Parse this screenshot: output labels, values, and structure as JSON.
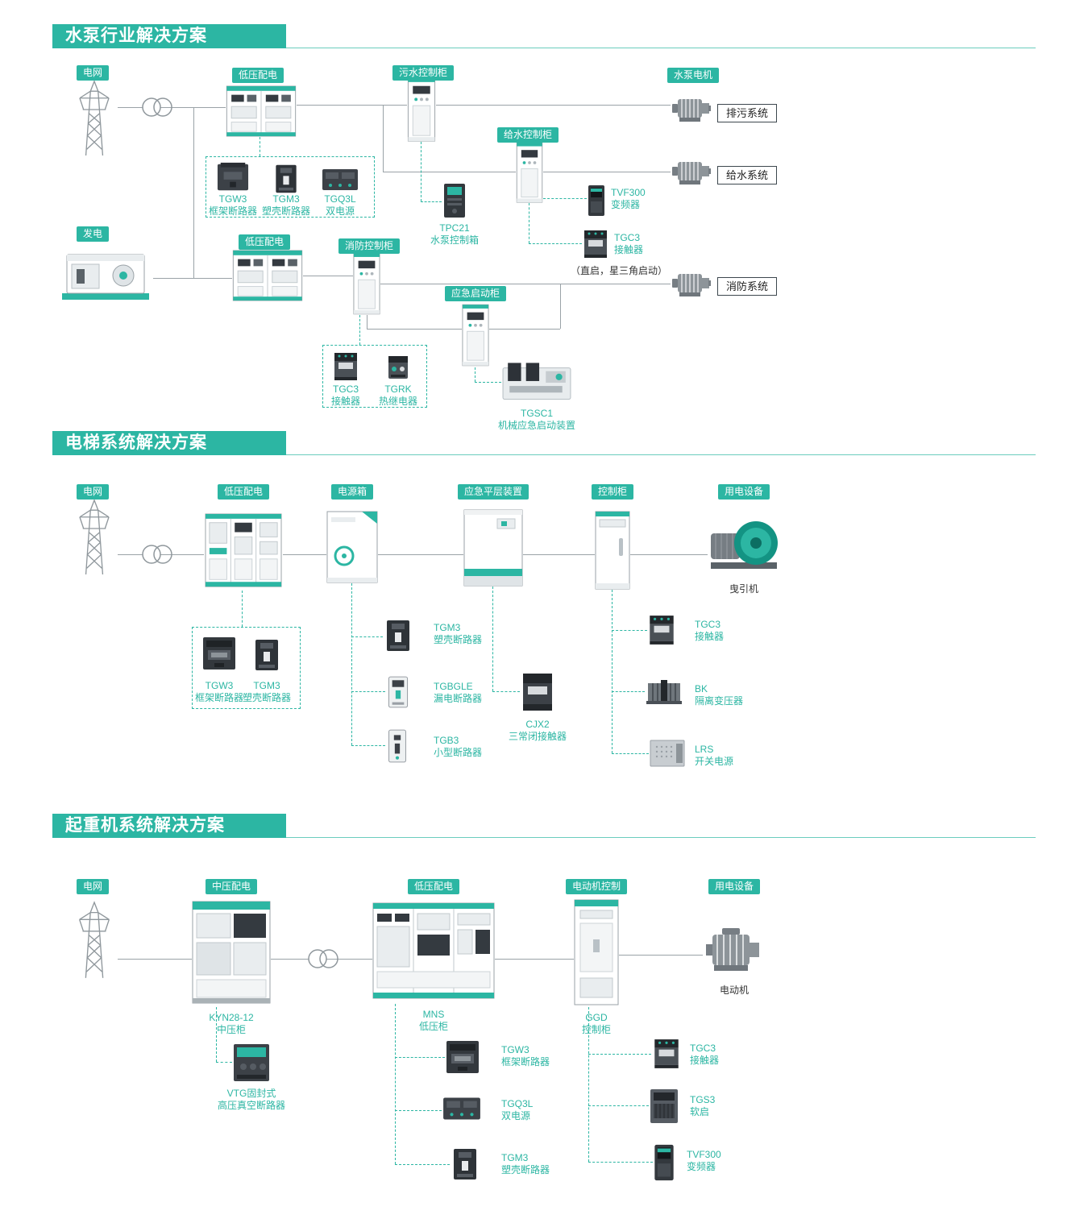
{
  "colors": {
    "accent": "#2CB6A3"
  },
  "icons": [
    "transmission-tower-icon",
    "transformer-icon",
    "switchgear-cabinet-icon",
    "control-cabinet-icon",
    "pump-motor-icon",
    "generator-icon",
    "breaker-device-icon",
    "contactor-device-icon",
    "traction-machine-icon",
    "motor-icon",
    "power-box-icon",
    "leveling-device-icon",
    "soft-starter-icon",
    "vfd-icon",
    "power-supply-icon",
    "isolation-transformer-icon"
  ],
  "s1": {
    "title": "水泵行业解决方案",
    "badge_grid": "电网",
    "badge_lv1": "低压配电",
    "badge_sewage": "污水控制柜",
    "badge_pump_motor": "水泵电机",
    "badge_water": "给水控制柜",
    "badge_gen": "发电",
    "badge_lv2": "低压配电",
    "badge_fire": "消防控制柜",
    "badge_emerg": "应急启动柜",
    "sys_drain": "排污系统",
    "sys_supply": "给水系统",
    "sys_fire": "消防系统",
    "tgw3_name": "TGW3",
    "tgw3_desc": "框架断路器",
    "tgm3_name": "TGM3",
    "tgm3_desc": "塑壳断路器",
    "tgq3l_name": "TGQ3L",
    "tgq3l_desc": "双电源",
    "tpc21_name": "TPC21",
    "tpc21_desc": "水泵控制箱",
    "tvf300_name": "TVF300",
    "tvf300_desc": "变频器",
    "tgc3a_name": "TGC3",
    "tgc3a_desc": "接触器",
    "start_note": "（直启，星三角启动）",
    "tgc3b_name": "TGC3",
    "tgc3b_desc": "接触器",
    "tgrk_name": "TGRK",
    "tgrk_desc": "热继电器",
    "tgsc1_name": "TGSC1",
    "tgsc1_desc": "机械应急启动装置"
  },
  "s2": {
    "title": "电梯系统解决方案",
    "badge_grid": "电网",
    "badge_lv": "低压配电",
    "badge_power_box": "电源箱",
    "badge_leveling": "应急平层装置",
    "badge_control": "控制柜",
    "badge_load": "用电设备",
    "traction": "曳引机",
    "tgw3_name": "TGW3",
    "tgw3_desc": "框架断路器",
    "tgm3a_name": "TGM3",
    "tgm3a_desc": "塑壳断路器",
    "tgm3b_name": "TGM3",
    "tgm3b_desc": "塑壳断路器",
    "tgbgle_name": "TGBGLE",
    "tgbgle_desc": "漏电断路器",
    "tgb3_name": "TGB3",
    "tgb3_desc": "小型断路器",
    "cjx2_name": "CJX2",
    "cjx2_desc": "三常闭接触器",
    "tgc3_name": "TGC3",
    "tgc3_desc": "接触器",
    "bk_name": "BK",
    "bk_desc": "隔离变压器",
    "lrs_name": "LRS",
    "lrs_desc": "开关电源"
  },
  "s3": {
    "title": "起重机系统解决方案",
    "badge_grid": "电网",
    "badge_mv": "中压配电",
    "badge_lv": "低压配电",
    "badge_motor_ctrl": "电动机控制",
    "badge_load": "用电设备",
    "kyn_name": "KYN28-12",
    "kyn_desc": "中压柜",
    "mns_name": "MNS",
    "mns_desc": "低压柜",
    "ggd_name": "GGD",
    "ggd_desc": "控制柜",
    "motor": "电动机",
    "vtg_name": "VTG固封式",
    "vtg_desc": "高压真空断路器",
    "tgw3_name": "TGW3",
    "tgw3_desc": "框架断路器",
    "tgq3l_name": "TGQ3L",
    "tgq3l_desc": "双电源",
    "tgm3_name": "TGM3",
    "tgm3_desc": "塑壳断路器",
    "tgc3_name": "TGC3",
    "tgc3_desc": "接触器",
    "tgs3_name": "TGS3",
    "tgs3_desc": "软启",
    "tvf300_name": "TVF300",
    "tvf300_desc": "变频器"
  }
}
